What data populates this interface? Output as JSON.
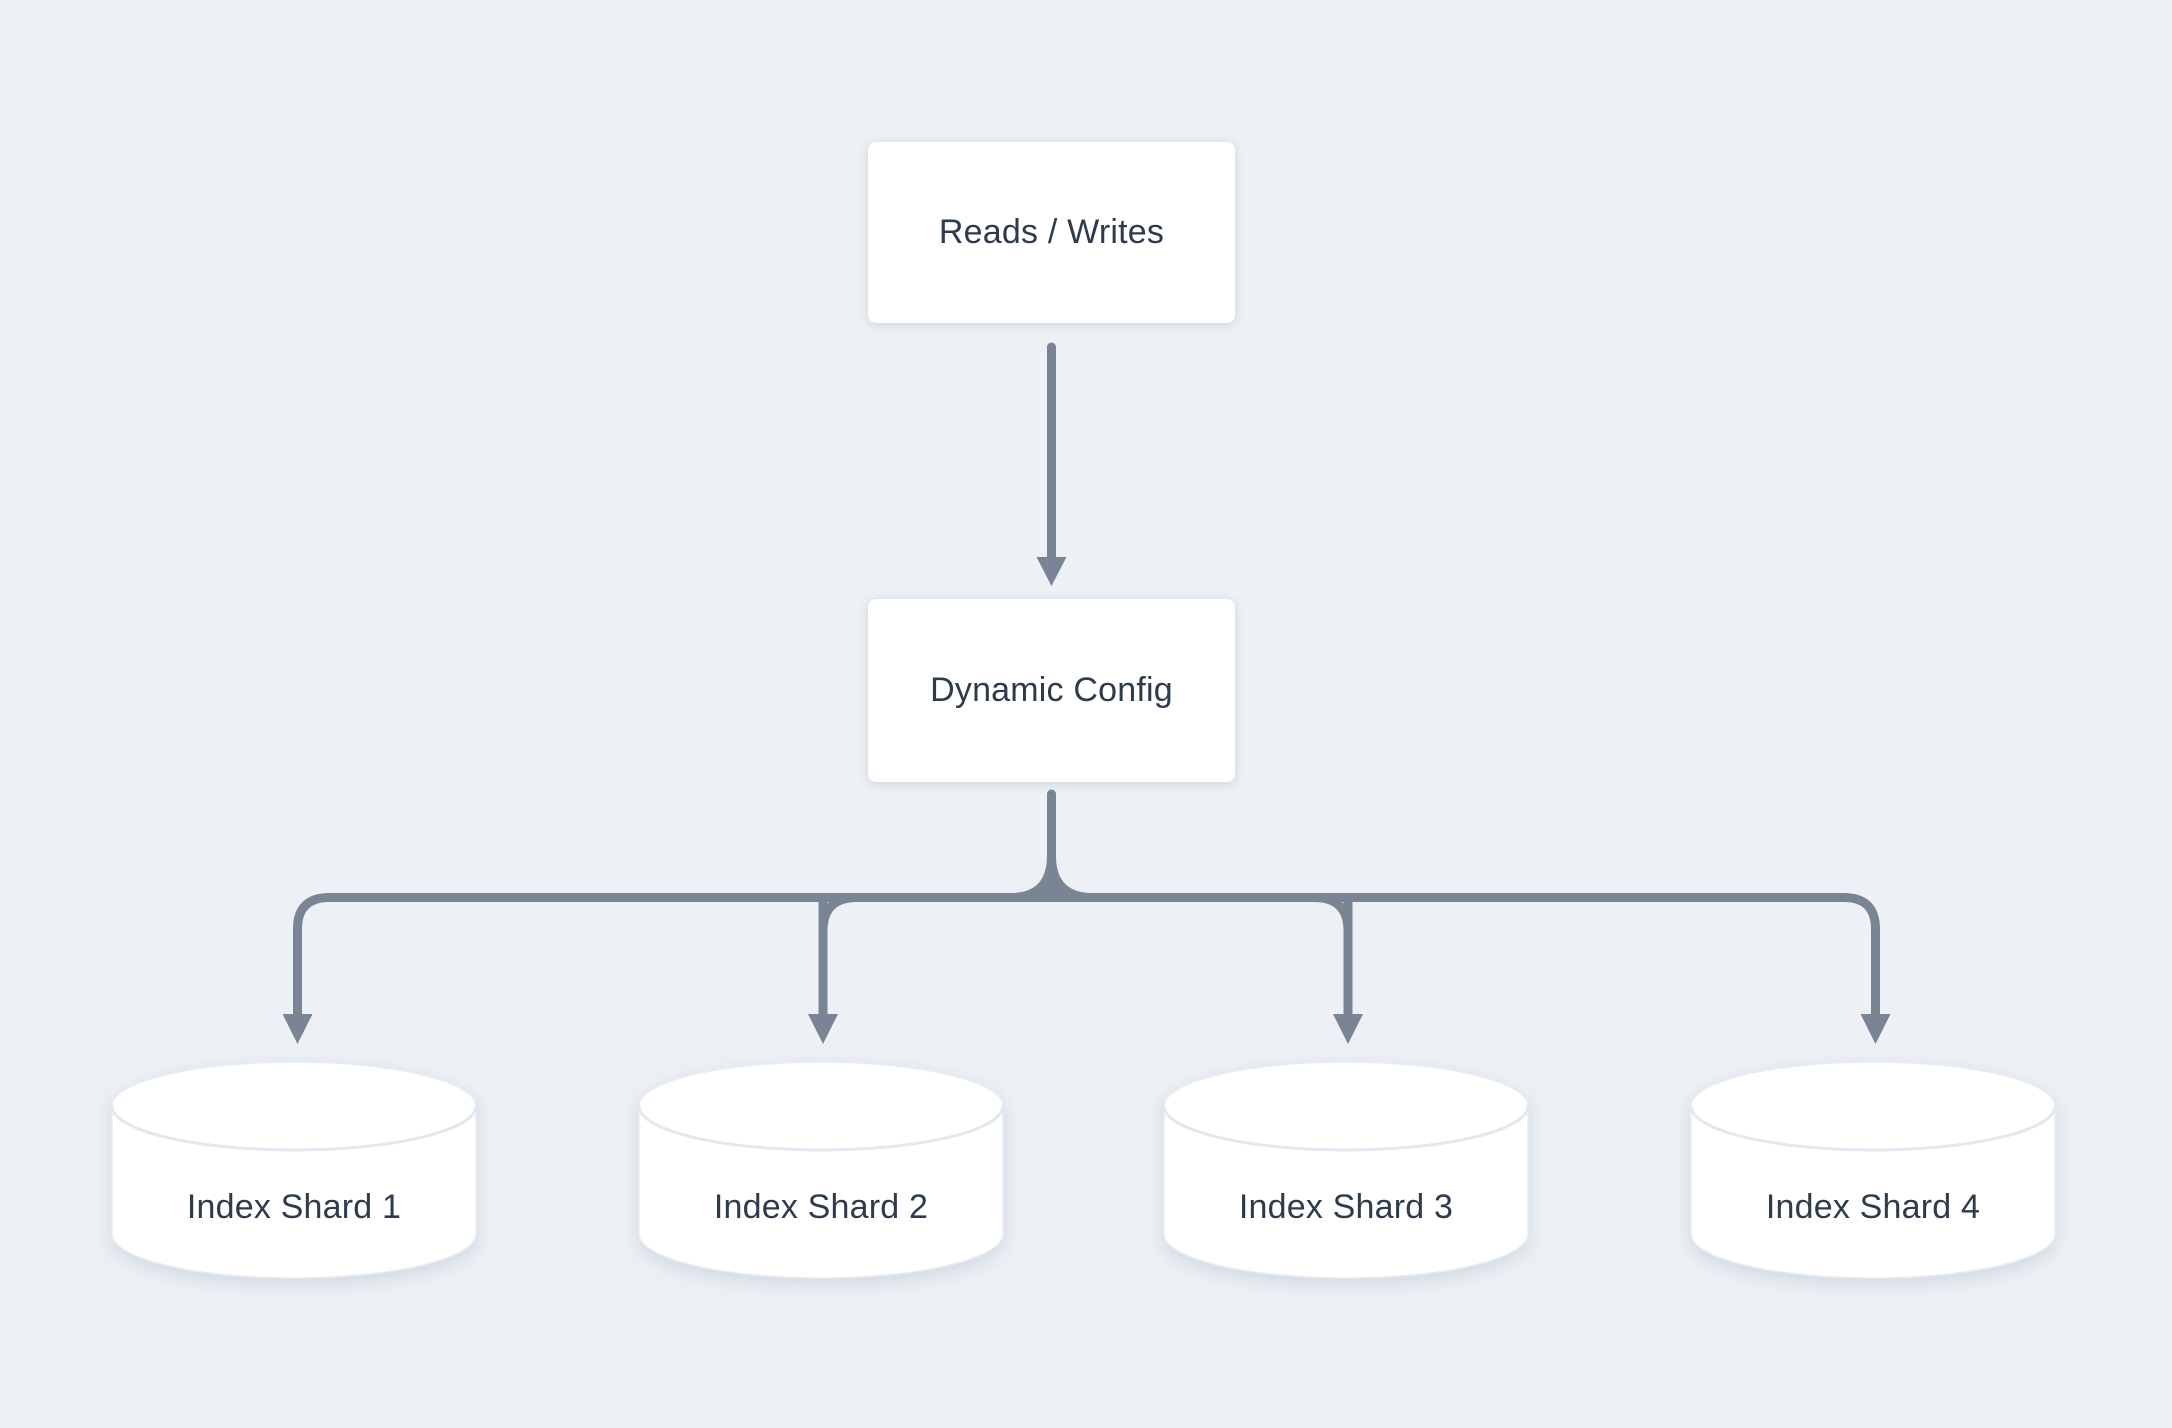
{
  "colors": {
    "background": "#edf1f5",
    "node_fill": "#ffffff",
    "text": "#2d3b4d",
    "connector": "#798595",
    "cylinder_edge": "#e9edf2",
    "cylinder_divider": "#e2e8ef"
  },
  "nodes": {
    "reads_writes": {
      "label": "Reads / Writes",
      "type": "box"
    },
    "dynamic_config": {
      "label": "Dynamic Config",
      "type": "box"
    },
    "shards": [
      {
        "label": "Index Shard 1",
        "type": "cylinder"
      },
      {
        "label": "Index Shard 2",
        "type": "cylinder"
      },
      {
        "label": "Index Shard 3",
        "type": "cylinder"
      },
      {
        "label": "Index Shard 4",
        "type": "cylinder"
      }
    ]
  },
  "edges": [
    {
      "from": "Reads / Writes",
      "to": "Dynamic Config"
    },
    {
      "from": "Dynamic Config",
      "to": "Index Shard 1"
    },
    {
      "from": "Dynamic Config",
      "to": "Index Shard 2"
    },
    {
      "from": "Dynamic Config",
      "to": "Index Shard 3"
    },
    {
      "from": "Dynamic Config",
      "to": "Index Shard 4"
    }
  ]
}
